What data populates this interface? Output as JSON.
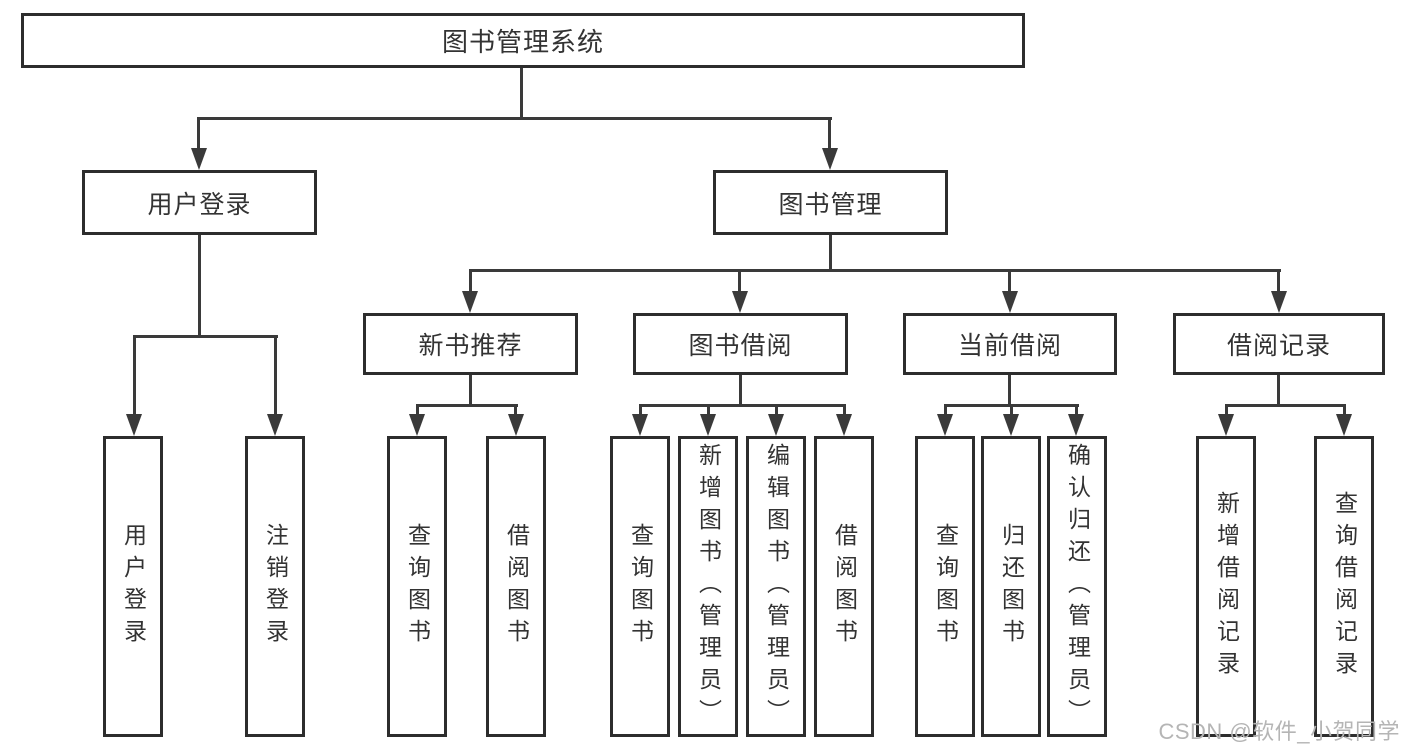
{
  "diagram": {
    "root": {
      "label": "图书管理系统"
    },
    "branches": [
      {
        "label": "用户登录",
        "children": [
          {
            "label": "用户登录"
          },
          {
            "label": "注销登录"
          }
        ]
      },
      {
        "label": "图书管理",
        "children": [
          {
            "label": "新书推荐",
            "children": [
              {
                "label": "查询图书"
              },
              {
                "label": "借阅图书"
              }
            ]
          },
          {
            "label": "图书借阅",
            "children": [
              {
                "label": "查询图书"
              },
              {
                "label": "新增图书（管理员）"
              },
              {
                "label": "编辑图书（管理员）"
              },
              {
                "label": "借阅图书"
              }
            ]
          },
          {
            "label": "当前借阅",
            "children": [
              {
                "label": "查询图书"
              },
              {
                "label": "归还图书"
              },
              {
                "label": "确认归还（管理员）"
              }
            ]
          },
          {
            "label": "借阅记录",
            "children": [
              {
                "label": "新增借阅记录"
              },
              {
                "label": "查询借阅记录"
              }
            ]
          }
        ]
      }
    ]
  },
  "watermark": {
    "text": "CSDN @软件_小贺同学"
  },
  "colors": {
    "line": "#3a3a3a",
    "border": "#2d2d2d",
    "text": "#333333",
    "watermark": "#b5b5b5",
    "background": "#ffffff"
  }
}
